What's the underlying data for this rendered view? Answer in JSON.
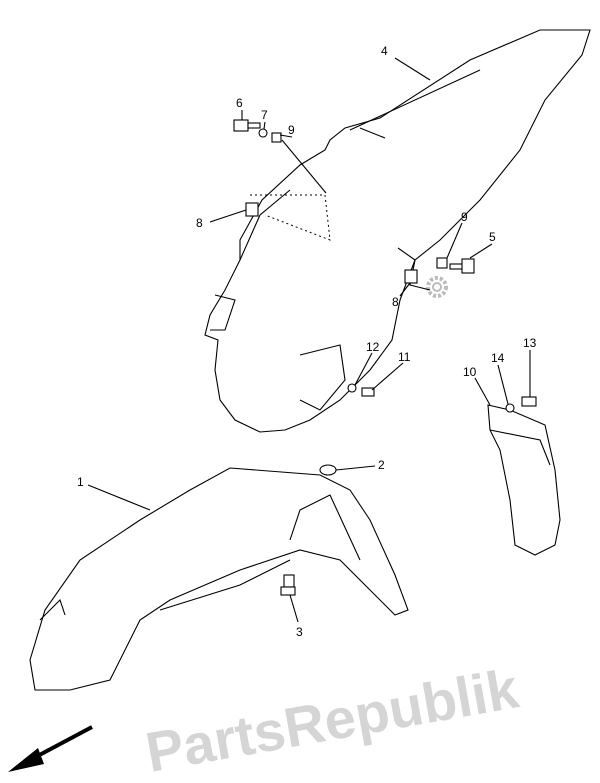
{
  "watermark": "PartsRepublik",
  "callouts": [
    "1",
    "2",
    "3",
    "4",
    "5",
    "6",
    "7",
    "8",
    "8",
    "9",
    "9",
    "10",
    "11",
    "12",
    "13",
    "14"
  ],
  "colors": {
    "line": "#000000",
    "watermark": "#c8c8c8"
  },
  "icons": [
    "front-direction-arrow-icon",
    "gear-icon"
  ]
}
